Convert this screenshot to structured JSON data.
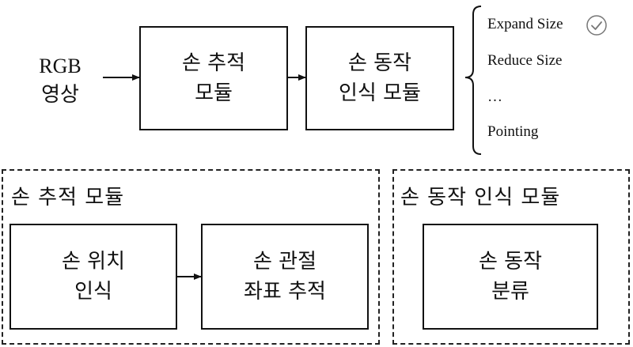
{
  "input": {
    "line1": "RGB",
    "line2": "영상"
  },
  "top_boxes": {
    "tracking": {
      "line1": "손 추적",
      "line2": "모듈"
    },
    "recognition": {
      "line1": "손 동작",
      "line2": "인식 모듈"
    }
  },
  "outputs": [
    "Expand Size",
    "Reduce Size",
    "…",
    "Pointing"
  ],
  "selected_output_icon": "check-circle-icon",
  "tracking_module": {
    "title": "손 추적 모듈",
    "box1": {
      "line1": "손 위치",
      "line2": "인식"
    },
    "box2": {
      "line1": "손 관절",
      "line2": "좌표 추적"
    }
  },
  "recognition_module": {
    "title": "손 동작 인식 모듈",
    "box1": {
      "line1": "손 동작",
      "line2": "분류"
    }
  }
}
